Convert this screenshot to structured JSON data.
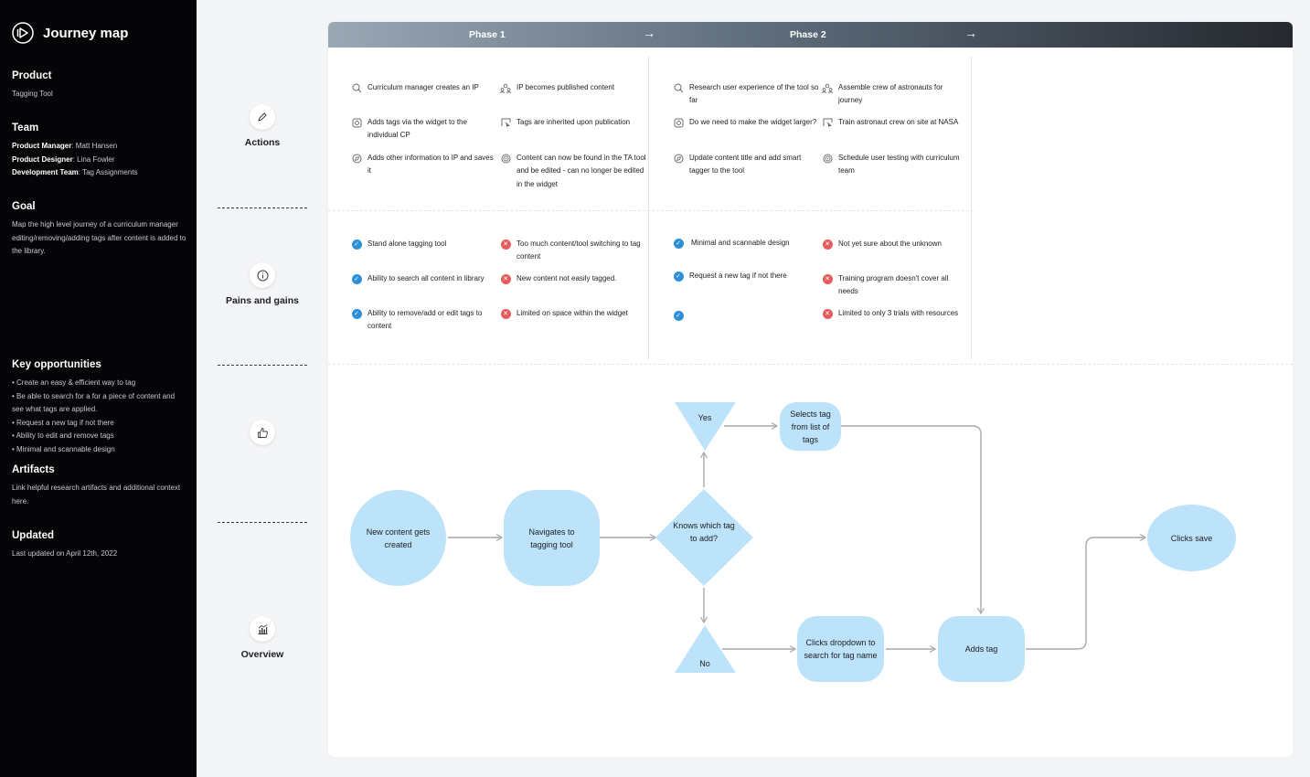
{
  "app": {
    "title": "Journey map"
  },
  "sidebar": {
    "product": {
      "heading": "Product",
      "value": "Tagging Tool"
    },
    "team": {
      "heading": "Team",
      "members": [
        {
          "role": "Product Manager",
          "name": ": Matt Hansen"
        },
        {
          "role": "Product Designer",
          "name": ": Lina Fowler"
        },
        {
          "role": "Development Team",
          "name": ": Tag Assignments"
        }
      ]
    },
    "goal": {
      "heading": "Goal",
      "text": "Map the high level journey of a curriculum manager editing/removing/adding tags after content is added to the library."
    },
    "opportunities": {
      "heading": "Key opportunities",
      "items": [
        "• Create an easy & efficient way to tag",
        "• Be able to search for a for a piece of content and see what tags are applied.",
        "• Request a new tag if not there",
        "• Ability to edit and remove tags",
        "• Minimal and scannable design"
      ]
    },
    "artifacts": {
      "heading": "Artifacts",
      "text": "Link helpful research artifacts and additional context here."
    },
    "updated": {
      "heading": "Updated",
      "text": "Last updated on April 12th, 2022"
    }
  },
  "rows": {
    "actions": "Actions",
    "pains": "Pains and gains",
    "overview": "Overview"
  },
  "phases": [
    {
      "label": "Phase 1",
      "arrow": "→"
    },
    {
      "label": "Phase 2",
      "arrow": "→"
    }
  ],
  "actions": {
    "phase1_col1": [
      {
        "icon": "search-icon",
        "text": "Curriculum manager creates an IP"
      },
      {
        "icon": "tag-icon",
        "text": "Adds tags via the widget to the individual CP"
      },
      {
        "icon": "compass-icon",
        "text": "Adds other information to IP and saves it"
      }
    ],
    "phase1_col2": [
      {
        "icon": "people-icon",
        "text": "IP becomes published content"
      },
      {
        "icon": "cursor-icon",
        "text": "Tags are inherited upon publication"
      },
      {
        "icon": "target-icon",
        "text": "Content can now be found in the TA tool and be edited - can no longer be edited in the widget"
      }
    ],
    "phase2_col1": [
      {
        "icon": "search-icon",
        "text": "Research user experience of the tool so far"
      },
      {
        "icon": "tag-icon",
        "text": "Do we need to make the widget larger?"
      },
      {
        "icon": "compass-icon",
        "text": "Update content title and add smart tagger to the tool"
      }
    ],
    "phase2_col2": [
      {
        "icon": "people-icon",
        "text": "Assemble crew of astronauts for journey"
      },
      {
        "icon": "cursor-icon",
        "text": "Train astronaut crew on site at NASA"
      },
      {
        "icon": "target-icon",
        "text": "Schedule user testing with curriculum team"
      }
    ]
  },
  "pains_gains": {
    "phase1_gains": [
      "Stand alone tagging tool",
      "Ability to search all content in library",
      "Ability to remove/add or edit tags to content"
    ],
    "phase1_pains": [
      "Too much content/tool switching to tag content",
      "New content not easily tagged.",
      "Limited on space within the widget"
    ],
    "phase2_gains": [
      "Minimal and scannable design",
      "Request a new tag if not there",
      ""
    ],
    "phase2_pains": [
      "Not yet sure about the unknown",
      "Training program doesn't cover all needs",
      "Limited to only 3 trials with resources"
    ]
  },
  "flow": {
    "new_content": "New content gets created",
    "navigates": "Navigates to tagging tool",
    "knows": "Knows which tag to add?",
    "yes": "Yes",
    "no": "No",
    "selects": "Selects tag from list of tags",
    "dropdown": "Clicks dropdown to search for tag name",
    "adds_tag": "Adds tag",
    "clicks_save": "Clicks save"
  },
  "colors": {
    "sidebar_bg": "#050507",
    "node_fill": "#bde3fb",
    "gain_check": "#2f8fd6",
    "pain_x": "#e65c5c",
    "connector": "#a7a9ad"
  }
}
